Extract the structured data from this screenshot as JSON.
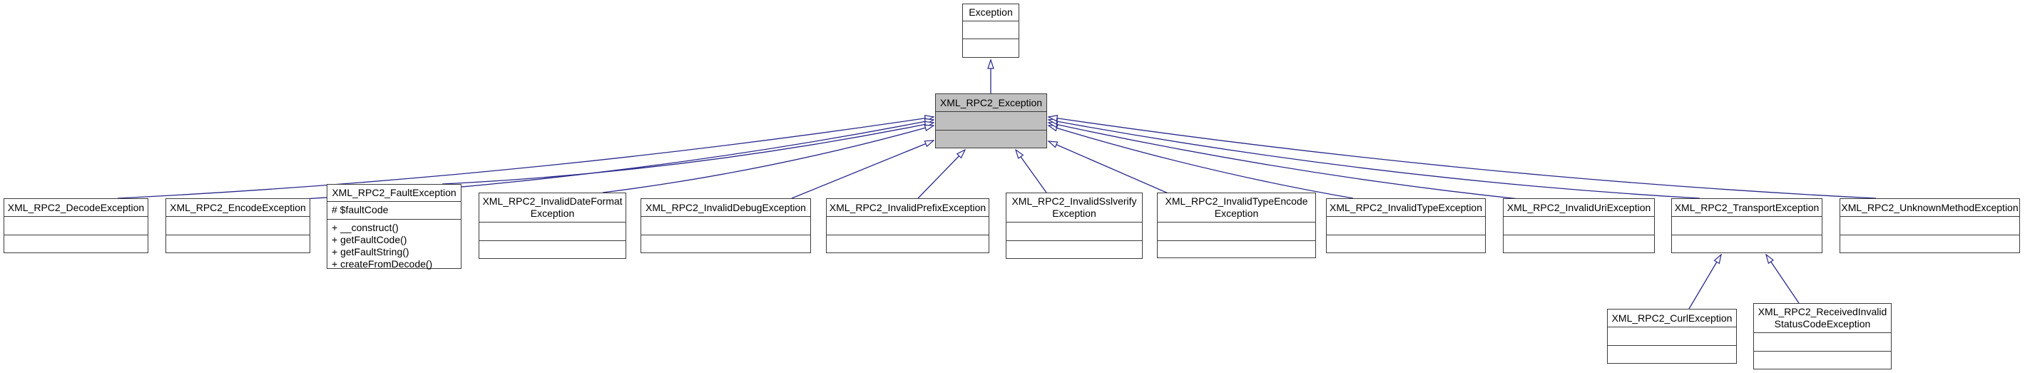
{
  "diagram": {
    "type": "uml-inheritance-graph",
    "colors": {
      "edge": "#28288c",
      "node_border": "#3c3c3c",
      "node_fill": "#ffffff",
      "highlight_fill": "#bfbfbf",
      "text": "#000000"
    },
    "classes": [
      {
        "name": "Exception"
      },
      {
        "name": "XML_RPC2_Exception",
        "highlighted": true
      },
      {
        "name": "XML_RPC2_DecodeException"
      },
      {
        "name": "XML_RPC2_EncodeException"
      },
      {
        "name": "XML_RPC2_FaultException",
        "attributes": [
          "# $faultCode"
        ],
        "methods": [
          "+ __construct()",
          "+ getFaultCode()",
          "+ getFaultString()",
          "+ createFromDecode()"
        ]
      },
      {
        "name": "XML_RPC2_InvalidDateFormat\nException"
      },
      {
        "name": "XML_RPC2_InvalidDebugException"
      },
      {
        "name": "XML_RPC2_InvalidPrefixException"
      },
      {
        "name": "XML_RPC2_InvalidSslverify\nException"
      },
      {
        "name": "XML_RPC2_InvalidTypeEncode\nException"
      },
      {
        "name": "XML_RPC2_InvalidTypeException"
      },
      {
        "name": "XML_RPC2_InvalidUriException"
      },
      {
        "name": "XML_RPC2_TransportException"
      },
      {
        "name": "XML_RPC2_UnknownMethodException"
      },
      {
        "name": "XML_RPC2_CurlException"
      },
      {
        "name": "XML_RPC2_ReceivedInvalid\nStatusCodeException"
      }
    ],
    "inheritance": [
      {
        "child": "XML_RPC2_Exception",
        "parent": "Exception"
      },
      {
        "child": "XML_RPC2_DecodeException",
        "parent": "XML_RPC2_Exception"
      },
      {
        "child": "XML_RPC2_EncodeException",
        "parent": "XML_RPC2_Exception"
      },
      {
        "child": "XML_RPC2_FaultException",
        "parent": "XML_RPC2_Exception"
      },
      {
        "child": "XML_RPC2_InvalidDateFormatException",
        "parent": "XML_RPC2_Exception"
      },
      {
        "child": "XML_RPC2_InvalidDebugException",
        "parent": "XML_RPC2_Exception"
      },
      {
        "child": "XML_RPC2_InvalidPrefixException",
        "parent": "XML_RPC2_Exception"
      },
      {
        "child": "XML_RPC2_InvalidSslverifyException",
        "parent": "XML_RPC2_Exception"
      },
      {
        "child": "XML_RPC2_InvalidTypeEncodeException",
        "parent": "XML_RPC2_Exception"
      },
      {
        "child": "XML_RPC2_InvalidTypeException",
        "parent": "XML_RPC2_Exception"
      },
      {
        "child": "XML_RPC2_InvalidUriException",
        "parent": "XML_RPC2_Exception"
      },
      {
        "child": "XML_RPC2_TransportException",
        "parent": "XML_RPC2_Exception"
      },
      {
        "child": "XML_RPC2_UnknownMethodException",
        "parent": "XML_RPC2_Exception"
      },
      {
        "child": "XML_RPC2_CurlException",
        "parent": "XML_RPC2_TransportException"
      },
      {
        "child": "XML_RPC2_ReceivedInvalidStatusCodeException",
        "parent": "XML_RPC2_TransportException"
      }
    ]
  }
}
